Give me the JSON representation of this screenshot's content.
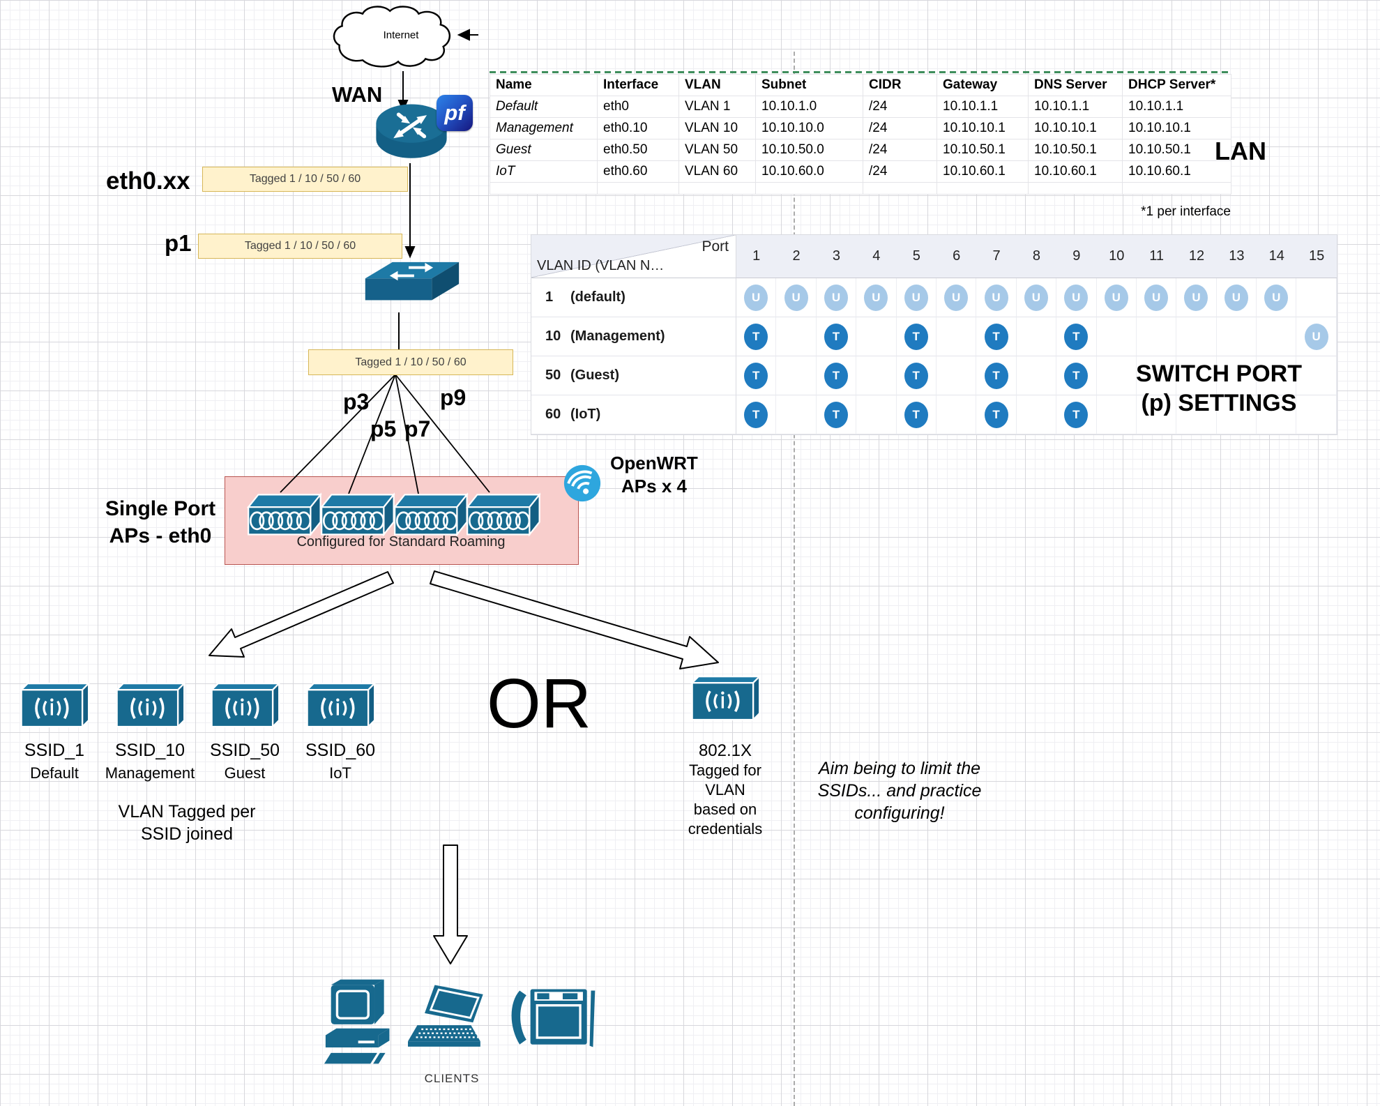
{
  "colors": {
    "device_teal": "#17698E",
    "note_fill": "#FFF2CC",
    "note_border": "#D6B656",
    "roaming_fill": "#F8CECC",
    "roaming_border": "#B85450",
    "tagged_badge": "#1F7BC0",
    "untagged_badge": "#A6C9E8",
    "openwrt_blue": "#2EA6DE",
    "lan_table_accent": "#3E8E5C"
  },
  "labels": {
    "internet": "Internet",
    "wan": "WAN",
    "pf": "pf",
    "eth0xx": "eth0.xx",
    "p1": "p1",
    "or": "OR",
    "clients": "CLIENTS"
  },
  "tagged_boxes": [
    "Tagged 1 / 10 / 50 / 60",
    "Tagged 1 / 10 / 50 / 60",
    "Tagged 1 / 10 / 50 / 60"
  ],
  "port_fan_labels": [
    "p3",
    "p5",
    "p7",
    "p9"
  ],
  "lan_table": {
    "title_right": "LAN",
    "footnote": "*1 per interface",
    "headers": [
      "Name",
      "Interface",
      "VLAN",
      "Subnet",
      "CIDR",
      "Gateway",
      "DNS Server",
      "DHCP Server*"
    ],
    "rows": [
      [
        "Default",
        "eth0",
        "VLAN 1",
        "10.10.1.0",
        "/24",
        "10.10.1.1",
        "10.10.1.1",
        "10.10.1.1"
      ],
      [
        "Management",
        "eth0.10",
        "VLAN 10",
        "10.10.10.0",
        "/24",
        "10.10.10.1",
        "10.10.10.1",
        "10.10.10.1"
      ],
      [
        "Guest",
        "eth0.50",
        "VLAN 50",
        "10.10.50.0",
        "/24",
        "10.10.50.1",
        "10.10.50.1",
        "10.10.50.1"
      ],
      [
        "IoT",
        "eth0.60",
        "VLAN 60",
        "10.10.60.0",
        "/24",
        "10.10.60.1",
        "10.10.60.1",
        "10.10.60.1"
      ]
    ]
  },
  "switch_port_table": {
    "corner_top": "Port",
    "corner_bottom": "VLAN ID (VLAN N…",
    "ports": [
      "1",
      "2",
      "3",
      "4",
      "5",
      "6",
      "7",
      "8",
      "9",
      "10",
      "11",
      "12",
      "13",
      "14",
      "15"
    ],
    "rows": [
      {
        "vlan": "1",
        "name": "(default)",
        "cells": [
          "U",
          "U",
          "U",
          "U",
          "U",
          "U",
          "U",
          "U",
          "U",
          "U",
          "U",
          "U",
          "U",
          "U",
          ""
        ]
      },
      {
        "vlan": "10",
        "name": "(Management)",
        "cells": [
          "T",
          "",
          "T",
          "",
          "T",
          "",
          "T",
          "",
          "T",
          "",
          "",
          "",
          "",
          "",
          "U"
        ]
      },
      {
        "vlan": "50",
        "name": "(Guest)",
        "cells": [
          "T",
          "",
          "T",
          "",
          "T",
          "",
          "T",
          "",
          "T",
          "",
          "",
          "",
          "",
          "",
          ""
        ]
      },
      {
        "vlan": "60",
        "name": "(IoT)",
        "cells": [
          "T",
          "",
          "T",
          "",
          "T",
          "",
          "T",
          "",
          "T",
          "",
          "",
          "",
          "",
          "",
          ""
        ]
      }
    ],
    "overlay_line1": "SWITCH PORT",
    "overlay_line2": "(p) SETTINGS"
  },
  "ap_group": {
    "caption": "Configured for Standard Roaming"
  },
  "openwrt": {
    "line1": "OpenWRT",
    "line2": "APs x 4"
  },
  "single_port": {
    "line1": "Single Port",
    "line2": "APs - eth0"
  },
  "ssids": [
    {
      "name": "SSID_1",
      "vlan": "Default"
    },
    {
      "name": "SSID_10",
      "vlan": "Management"
    },
    {
      "name": "SSID_50",
      "vlan": "Guest"
    },
    {
      "name": "SSID_60",
      "vlan": "IoT"
    }
  ],
  "ssid_note": {
    "line1": "VLAN Tagged per",
    "line2": "SSID joined"
  },
  "dot1x": {
    "title": "802.1X",
    "lines": [
      "Tagged for",
      "VLAN",
      "based on",
      "credentials"
    ]
  },
  "aim_note": [
    "Aim being to limit the",
    "SSIDs... and practice",
    "configuring!"
  ]
}
